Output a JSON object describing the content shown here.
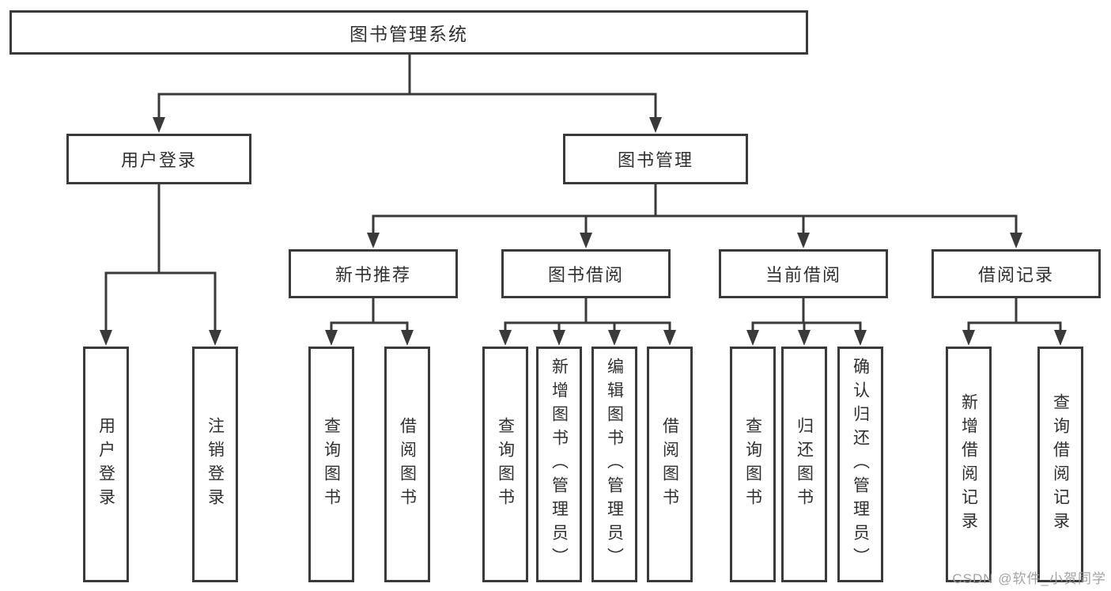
{
  "title": "图书管理系统",
  "level2": {
    "user_login": "用户登录",
    "book_management": "图书管理"
  },
  "level3": {
    "new_book_recommend": "新书推荐",
    "book_borrow": "图书借阅",
    "current_borrow": "当前借阅",
    "borrow_records": "借阅记录"
  },
  "leaves": {
    "user_login": "用户登录",
    "logout": "注销登录",
    "newbook_query_book": "查询图书",
    "newbook_borrow_book": "借阅图书",
    "borrow_query_book": "查询图书",
    "borrow_add_book": "新增图书（管理员）",
    "borrow_edit_book": "编辑图书（管理员）",
    "borrow_borrow_book": "借阅图书",
    "current_query_book": "查询图书",
    "current_return_book": "归还图书",
    "current_confirm_return": "确认归还（管理员）",
    "records_add_record": "新增借阅记录",
    "records_query_record": "查询借阅记录"
  },
  "watermark": "CSDN @软件_小贺同学",
  "colors": {
    "line": "#3a3a3a",
    "box_border": "#3a3a3a",
    "text": "#303030",
    "watermark": "#9b9b9b",
    "background": "#ffffff"
  }
}
